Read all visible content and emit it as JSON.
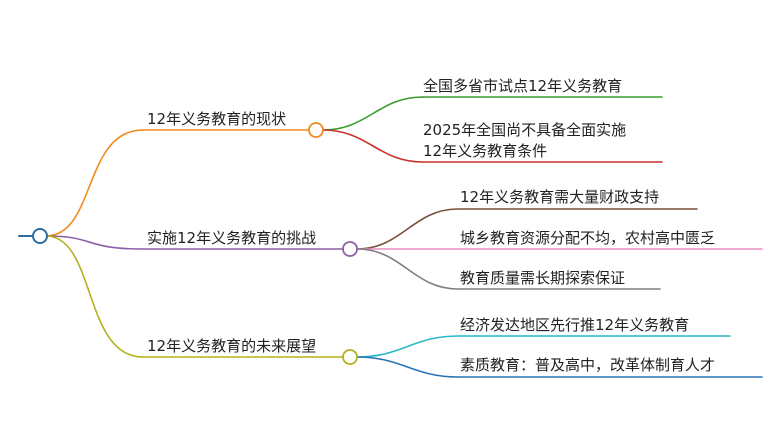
{
  "mindmap": {
    "root": {
      "label": "",
      "stroke": "#2e6e9e"
    },
    "branches": [
      {
        "label": "12年义务教育的现状",
        "color": "#f28a1e",
        "children": [
          {
            "lines": [
              "全国多省市试点12年义务教育"
            ],
            "color": "#3a9b2e"
          },
          {
            "lines": [
              "2025年全国尚不具备全面实施",
              "12年义务教育条件"
            ],
            "color": "#c9302c"
          }
        ]
      },
      {
        "label": "实施12年义务教育的挑战",
        "color": "#8d5fa7",
        "children": [
          {
            "lines": [
              "12年义务教育需大量财政支持"
            ],
            "color": "#7b4e3e"
          },
          {
            "lines": [
              "城乡教育资源分配不均，农村高中匮乏"
            ],
            "color": "#e58fbf"
          },
          {
            "lines": [
              "教育质量需长期探索保证"
            ],
            "color": "#808080"
          }
        ]
      },
      {
        "label": "12年义务教育的未来展望",
        "color": "#b5b11e",
        "children": [
          {
            "lines": [
              "经济发达地区先行推12年义务教育"
            ],
            "color": "#27b8c9"
          },
          {
            "lines": [
              "素质教育：普及高中，改革体制育人才"
            ],
            "color": "#2a73b5"
          }
        ]
      }
    ]
  }
}
